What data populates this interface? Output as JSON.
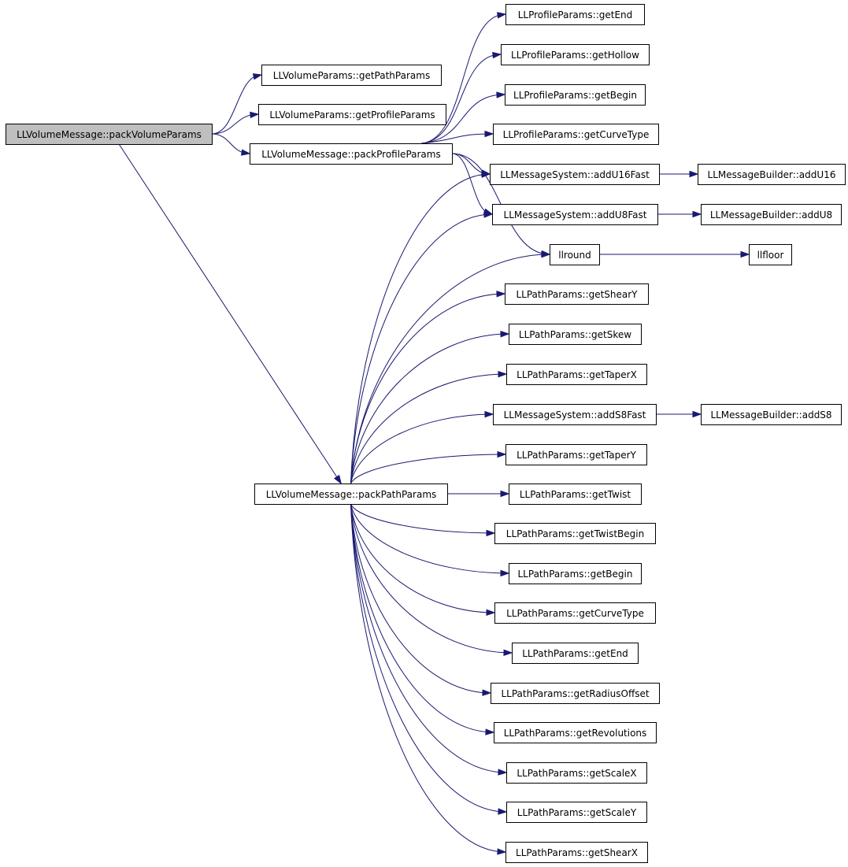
{
  "colors": {
    "edge": "#191970",
    "node_border": "#000000",
    "root_fill": "#bfbfbf",
    "node_fill": "#ffffff"
  },
  "nodes": {
    "root": "LLVolumeMessage::packVolumeParams",
    "getPathParams": "LLVolumeParams::getPathParams",
    "getProfileParams": "LLVolumeParams::getProfileParams",
    "packProfileParams": "LLVolumeMessage::packProfileParams",
    "packPathParams": "LLVolumeMessage::packPathParams",
    "profGetEnd": "LLProfileParams::getEnd",
    "profGetHollow": "LLProfileParams::getHollow",
    "profGetBegin": "LLProfileParams::getBegin",
    "profGetCurveType": "LLProfileParams::getCurveType",
    "addU16Fast": "LLMessageSystem::addU16Fast",
    "addU8Fast": "LLMessageSystem::addU8Fast",
    "addS8Fast": "LLMessageSystem::addS8Fast",
    "builderAddU16": "LLMessageBuilder::addU16",
    "builderAddU8": "LLMessageBuilder::addU8",
    "builderAddS8": "LLMessageBuilder::addS8",
    "llround": "llround",
    "llfloor": "llfloor",
    "pathGetShearY": "LLPathParams::getShearY",
    "pathGetSkew": "LLPathParams::getSkew",
    "pathGetTaperX": "LLPathParams::getTaperX",
    "pathGetTaperY": "LLPathParams::getTaperY",
    "pathGetTwist": "LLPathParams::getTwist",
    "pathGetTwistBegin": "LLPathParams::getTwistBegin",
    "pathGetBegin": "LLPathParams::getBegin",
    "pathGetCurveType": "LLPathParams::getCurveType",
    "pathGetEnd": "LLPathParams::getEnd",
    "pathGetRadiusOffset": "LLPathParams::getRadiusOffset",
    "pathGetRevolutions": "LLPathParams::getRevolutions",
    "pathGetScaleX": "LLPathParams::getScaleX",
    "pathGetScaleY": "LLPathParams::getScaleY",
    "pathGetShearX": "LLPathParams::getShearX"
  }
}
